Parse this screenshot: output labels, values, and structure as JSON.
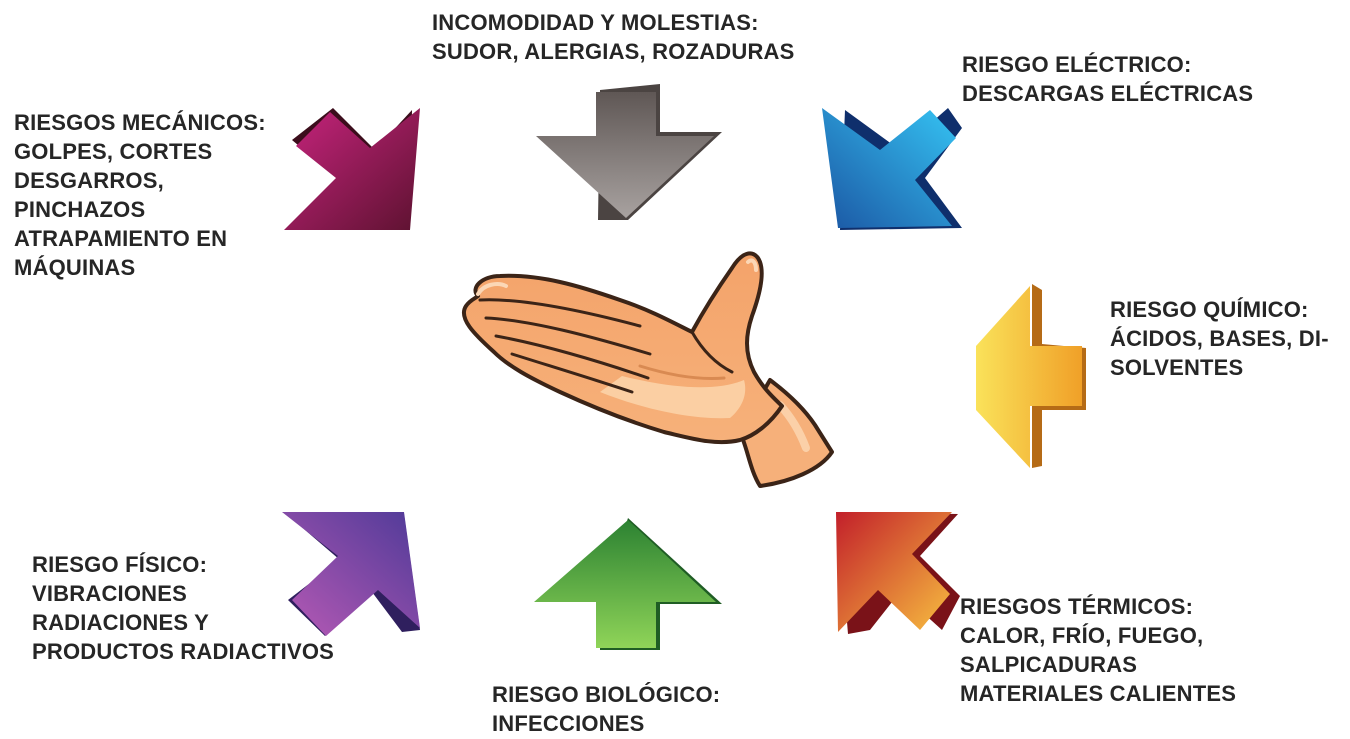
{
  "labels": {
    "top": [
      "INCOMODIDAD Y MOLESTIAS:",
      "SUDOR, ALERGIAS, ROZADURAS"
    ],
    "mechanical": [
      "RIESGOS MECÁNICOS:",
      "GOLPES, CORTES",
      "DESGARROS,",
      "PINCHAZOS",
      "ATRAPAMIENTO EN",
      "MÁQUINAS"
    ],
    "electrical": [
      "RIESGO ELÉCTRICO:",
      "DESCARGAS ELÉCTRICAS"
    ],
    "chemical": [
      "RIESGO QUÍMICO:",
      "ÁCIDOS, BASES, DI-",
      "SOLVENTES"
    ],
    "physical": [
      "RIESGO FÍSICO:",
      "VIBRACIONES",
      "RADIACIONES Y",
      "PRODUCTOS RADIACTIVOS"
    ],
    "biological": [
      "RIESGO BIOLÓGICO:",
      "INFECCIONES"
    ],
    "thermal": [
      "RIESGOS TÉRMICOS:",
      "CALOR, FRÍO, FUEGO,",
      "SALPICADURAS",
      "MATERIALES CALIENTES"
    ]
  },
  "arrows": {
    "top": {
      "color_light": "#9a9391",
      "color_dark": "#5f5755"
    },
    "mechanical": {
      "color_light": "#c0237a",
      "color_dark": "#6b1432"
    },
    "electrical": {
      "color_light": "#2fb9ef",
      "color_dark": "#1a5aa6"
    },
    "chemical": {
      "color_light": "#f8dd4a",
      "color_dark": "#f0a52a"
    },
    "physical": {
      "color_light": "#b052b0",
      "color_dark": "#5b3a9a"
    },
    "biological": {
      "color_light": "#7ec84c",
      "color_dark": "#2f8a35"
    },
    "thermal": {
      "color_light": "#f6b23a",
      "color_dark": "#c0242a"
    }
  },
  "center_icon": "open-hand-icon"
}
